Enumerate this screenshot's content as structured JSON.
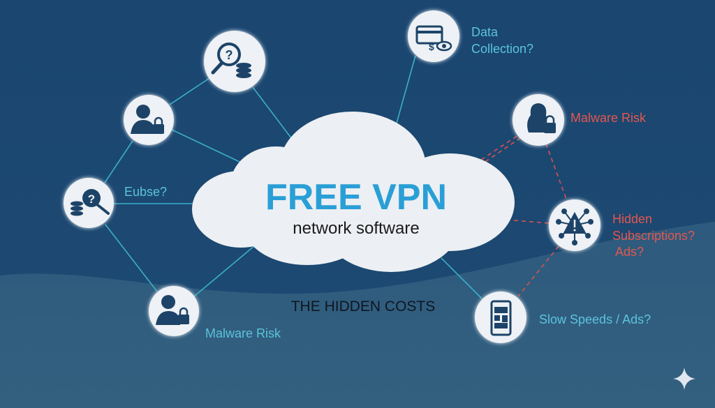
{
  "title": "FREE VPN",
  "subtitle": "network software",
  "caption": "THE HIDDEN COSTS",
  "labels": {
    "data_collection_line1": "Data",
    "data_collection_line2": "Collection?",
    "malware_risk_right": "Malware Risk",
    "hidden_line1": "Hidden",
    "hidden_line2": "Subscriptions?",
    "hidden_line3": "Ads?",
    "slow_speeds": "Slow Speeds / Ads?",
    "eubse": "Eubse?",
    "malware_risk_left": "Malware Risk",
    "help_q1": "?",
    "help_q2": "?"
  },
  "colors": {
    "background": "#1b4770",
    "accent_teal": "#5cc3dc",
    "warning_red": "#e2574f",
    "title_blue": "#2a9fd6"
  },
  "icons": [
    "magnifier-coins-icon",
    "user-lock-icon",
    "coins-question-icon",
    "card-eye-icon",
    "woman-lock-icon",
    "virus-warning-icon",
    "phone-ads-icon",
    "sparkle-icon"
  ]
}
